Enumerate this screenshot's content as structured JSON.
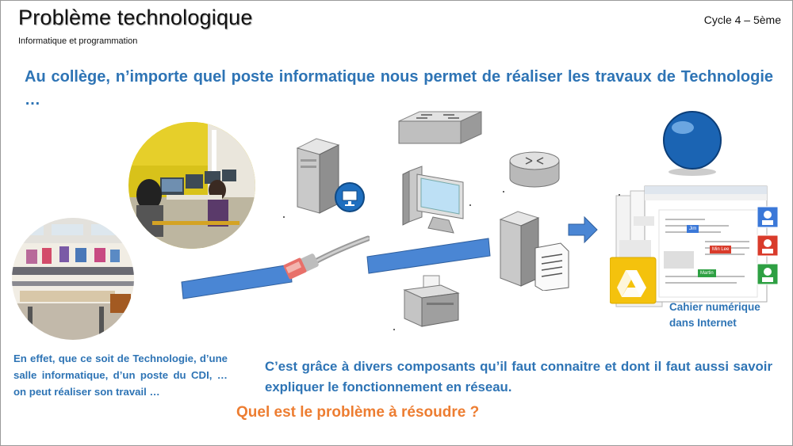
{
  "header": {
    "title": "Problème technologique",
    "subtitle": "Informatique et programmation",
    "level": "Cycle 4 – 5ème"
  },
  "intro": "Au collège, n’importe quel poste informatique nous permet de réaliser les travaux de Technologie …",
  "left_text": "En effet, que ce soit de Technologie, d’une salle informatique, d’un poste du CDI, … on peut réaliser son travail …",
  "main_text": "C’est grâce à divers composants qu’il faut connaitre et dont il faut aussi savoir expliquer le fonctionnement en réseau.",
  "question": "Quel est le problème à résoudre ?",
  "cloud_caption": "Cahier numérique dans Internet",
  "doc_tags": [
    "Jim",
    "Min Lee",
    "Martin"
  ],
  "icons": [
    "computer-lab-photo",
    "classroom-photo",
    "ethernet-cable-icon",
    "server-icon",
    "switch-icon",
    "monitor-icon",
    "router-icon",
    "printer-icon",
    "file-server-icon",
    "arrow-right-icon",
    "globe-icon",
    "google-drive-icon",
    "user-avatar-icon"
  ],
  "colors": {
    "accent": "#2e74b5",
    "question": "#ed7d31",
    "cable": "#4a86d4"
  }
}
